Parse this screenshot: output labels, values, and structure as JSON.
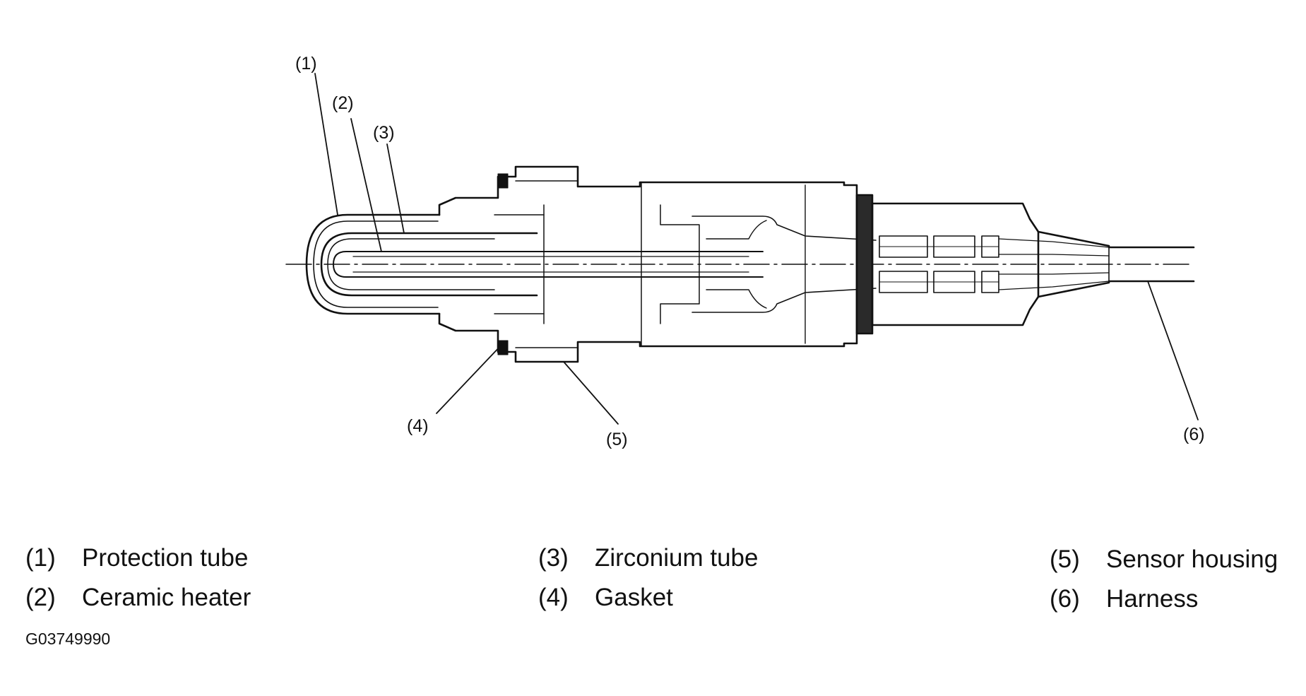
{
  "callouts": {
    "c1": "(1)",
    "c2": "(2)",
    "c3": "(3)",
    "c4": "(4)",
    "c5": "(5)",
    "c6": "(6)"
  },
  "legend": [
    {
      "num": "(1)",
      "label": "Protection tube"
    },
    {
      "num": "(2)",
      "label": "Ceramic heater"
    },
    {
      "num": "(3)",
      "label": "Zirconium tube"
    },
    {
      "num": "(4)",
      "label": "Gasket"
    },
    {
      "num": "(5)",
      "label": "Sensor housing"
    },
    {
      "num": "(6)",
      "label": "Harness"
    }
  ],
  "figure_code": "G03749990"
}
